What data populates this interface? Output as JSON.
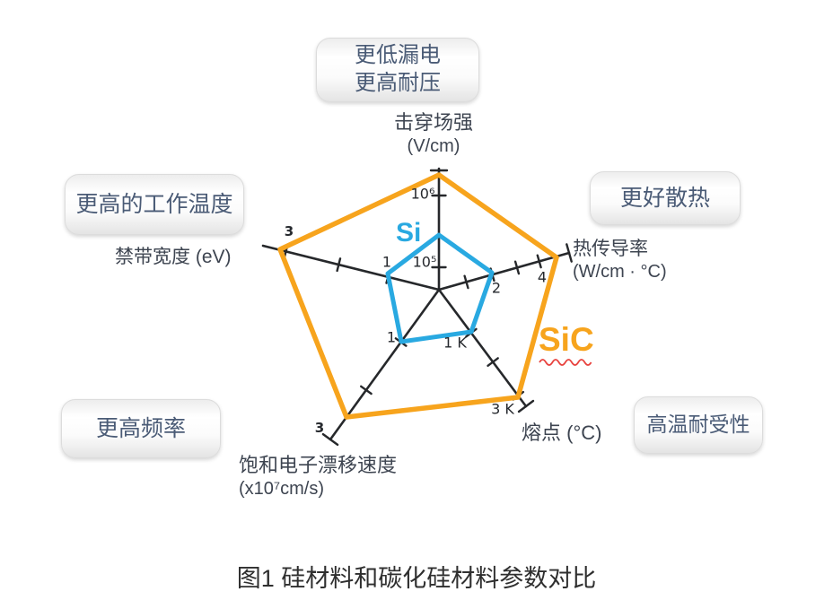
{
  "colors": {
    "si": "#29A9E1",
    "sic": "#F7A41D",
    "axis": "#26282b",
    "callout_text": "#4a5b76",
    "label_text": "#3d4450",
    "caption_text": "#2f2f2f",
    "squiggle": "#e8433f"
  },
  "callouts": {
    "top_line1": "更低漏电",
    "top_line2": "更高耐压",
    "right": "更好散热",
    "left": "更高的工作温度",
    "bottom_left": "更高频率",
    "bottom_right": "高温耐受性"
  },
  "axes": {
    "breakdown": {
      "title": "击穿场强",
      "unit": "(V/cm)",
      "ticks": [
        "10⁵",
        "10⁶"
      ]
    },
    "thermal": {
      "title": "热传导率",
      "unit": "(W/cm · °C)",
      "ticks": [
        "2",
        "4"
      ]
    },
    "melting": {
      "title": "熔点 (°C)",
      "ticks": [
        "1 K",
        "3 K"
      ]
    },
    "drift": {
      "title": "饱和电子漂移速度",
      "unit": "(x10⁷cm/s)",
      "ticks": [
        "1",
        "3"
      ]
    },
    "bandgap": {
      "title": "禁带宽度 (eV)",
      "ticks": [
        "1",
        "3"
      ]
    }
  },
  "series_labels": {
    "si": "Si",
    "sic": "SiC"
  },
  "caption": "图1 硅材料和碳化硅材料参数对比",
  "chart_data": {
    "type": "radar",
    "title": "图1 硅材料和碳化硅材料参数对比",
    "axes": [
      {
        "label": "击穿场强 (V/cm)",
        "scale": "log",
        "visible_ticks": [
          "10⁵",
          "10⁶"
        ]
      },
      {
        "label": "热传导率 (W/cm · °C)",
        "visible_ticks": [
          "2",
          "4"
        ]
      },
      {
        "label": "熔点 (°C)",
        "visible_ticks": [
          "1 K",
          "3 K"
        ]
      },
      {
        "label": "饱和电子漂移速度 (x10⁷cm/s)",
        "visible_ticks": [
          "1",
          "3"
        ]
      },
      {
        "label": "禁带宽度 (eV)",
        "visible_ticks": [
          "1",
          "3"
        ]
      }
    ],
    "series": [
      {
        "name": "Si",
        "color": "#29A9E1",
        "values": [
          300000,
          2,
          1000,
          1,
          1
        ],
        "value_labels": [
          "3×10⁵",
          "2",
          "1 K",
          "1",
          "1"
        ]
      },
      {
        "name": "SiC",
        "color": "#F7A41D",
        "values": [
          3000000,
          4.5,
          3000,
          3,
          3
        ],
        "value_labels": [
          "3×10⁶",
          "4.5",
          "3 K",
          "3",
          "3"
        ]
      }
    ],
    "grid": false,
    "legend_position": "inline-labels",
    "annotations": [
      "更低漏电 更高耐压",
      "更好散热",
      "高温耐受性",
      "更高频率",
      "更高的工作温度"
    ]
  }
}
